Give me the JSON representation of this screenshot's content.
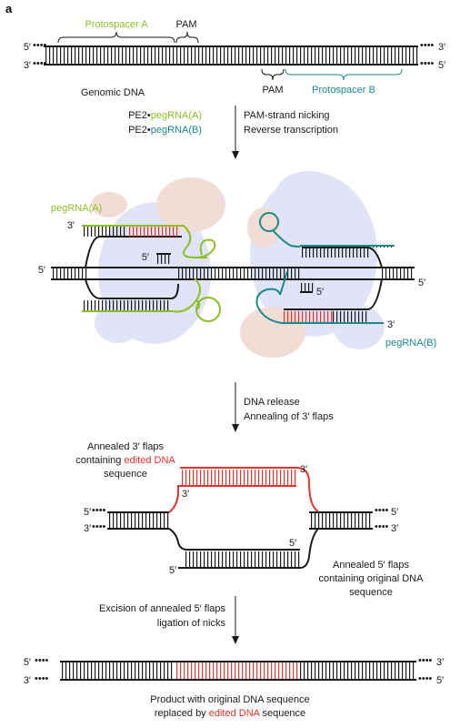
{
  "panel_label": "a",
  "colors": {
    "dna": "#1a1a1a",
    "pegrna_a": "#8cbe28",
    "pegrna_b": "#1a8a8a",
    "edited": "#e8312a",
    "protein_pink": "#e8c2b6",
    "protein_blue": "#c9cdf0"
  },
  "ends": {
    "five": "5′",
    "three": "3′"
  },
  "genomic": {
    "protospacer_a": "Protospacer A",
    "pam_top": "PAM",
    "pam_bottom": "PAM",
    "protospacer_b": "Protospacer B",
    "caption": "Genomic DNA"
  },
  "step1": {
    "reagent1_prefix": "PE2•",
    "reagent1_guide": "pegRNA(A)",
    "reagent2_prefix": "PE2•",
    "reagent2_guide": "pegRNA(B)",
    "line1": "PAM-strand nicking",
    "line2": "Reverse transcription"
  },
  "complex": {
    "label_a": "pegRNA(A)",
    "label_b": "pegRNA(B)"
  },
  "step2": {
    "line1": "DNA release",
    "line2": "Annealing of 3′ flaps"
  },
  "annealed": {
    "left_line1": "Annealed 3′ flaps",
    "left_line2_prefix": "containing ",
    "left_line2_highlight": "edited DNA",
    "left_line3": "sequence",
    "right_line1": "Annealed 5′ flaps",
    "right_line2": "containing original DNA",
    "right_line3": "sequence"
  },
  "step3": {
    "line1": "Excision of annealed 5′ flaps",
    "line2": "ligation of nicks"
  },
  "product": {
    "line1": "Product with original DNA sequence",
    "line2_prefix": "replaced by ",
    "line2_highlight": "edited DNA",
    "line2_suffix": " sequence"
  }
}
